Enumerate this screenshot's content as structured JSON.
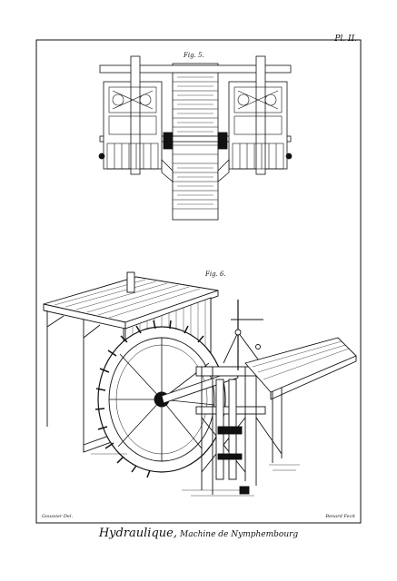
{
  "plate_number": "Pl. II.",
  "figures": {
    "fig5_label": "Fig. 5.",
    "fig6_label": "Fig. 6."
  },
  "credits": {
    "left": "Goussier Del.",
    "right": "Benard Fecit"
  },
  "title": {
    "main": "Hydraulique,",
    "sub": "Machine de Nymphembourg"
  },
  "colors": {
    "ink": "#111111",
    "paper": "#ffffff"
  }
}
